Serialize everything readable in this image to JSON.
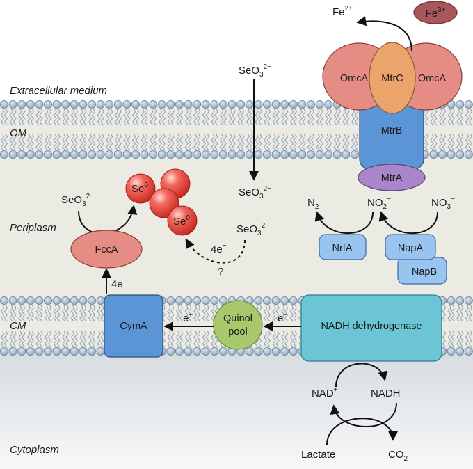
{
  "regions": {
    "extracellular": "Extracellular medium",
    "om": "OM",
    "periplasm": "Periplasm",
    "cm": "CM",
    "cytoplasm": "Cytoplasm"
  },
  "proteins": {
    "omca_left": "OmcA",
    "mtrc": "MtrC",
    "omca_right": "OmcA",
    "mtrb": "MtrB",
    "mtra": "MtrA",
    "fcca": "FccA",
    "cyma": "CymA",
    "quinol_line1": "Quinol",
    "quinol_line2": "pool",
    "nadh_dh": "NADH dehydrogenase",
    "nrfa": "NrfA",
    "napa": "NapA",
    "napb": "NapB"
  },
  "species": {
    "fe2": {
      "base": "Fe",
      "sup": "2+"
    },
    "fe3": {
      "base": "Fe",
      "sup": "3+"
    },
    "se0": {
      "base": "Se",
      "sup": "0"
    },
    "selenite": {
      "base": "SeO",
      "sub": "3",
      "sup": "2−"
    },
    "n2": {
      "base": "N",
      "sub": "2"
    },
    "no2": {
      "base": "NO",
      "sub": "2",
      "sup": "−"
    },
    "no3": {
      "base": "NO",
      "sub": "3",
      "sup": "−"
    },
    "nad": {
      "base": "NAD",
      "sup": "+"
    },
    "nadh": "NADH",
    "lactate": "Lactate",
    "co2": {
      "base": "CO",
      "sub": "2"
    }
  },
  "electrons": {
    "four_e": {
      "base": "4e",
      "sup": "−"
    },
    "one_e": {
      "base": "e",
      "sup": "−"
    },
    "unknown": "?"
  },
  "colors": {
    "membrane_head": "#9fb3c9",
    "periplasm_bg": "#ecebe3",
    "cytoplasm_top": "#d9dee2",
    "cytoplasm_bottom": "#f6f7f8",
    "omca": "#e58c85",
    "mtrc": "#eba46c",
    "mtrb": "#5b95d6",
    "mtra": "#a886c9",
    "fe3": "#a8585c",
    "fcca": "#e58c85",
    "cyma": "#5b95d6",
    "quinol": "#a7c86b",
    "nadh_dh": "#6cc5d4",
    "nap": "#9ac4f0",
    "se_sphere": "#e6413a"
  }
}
